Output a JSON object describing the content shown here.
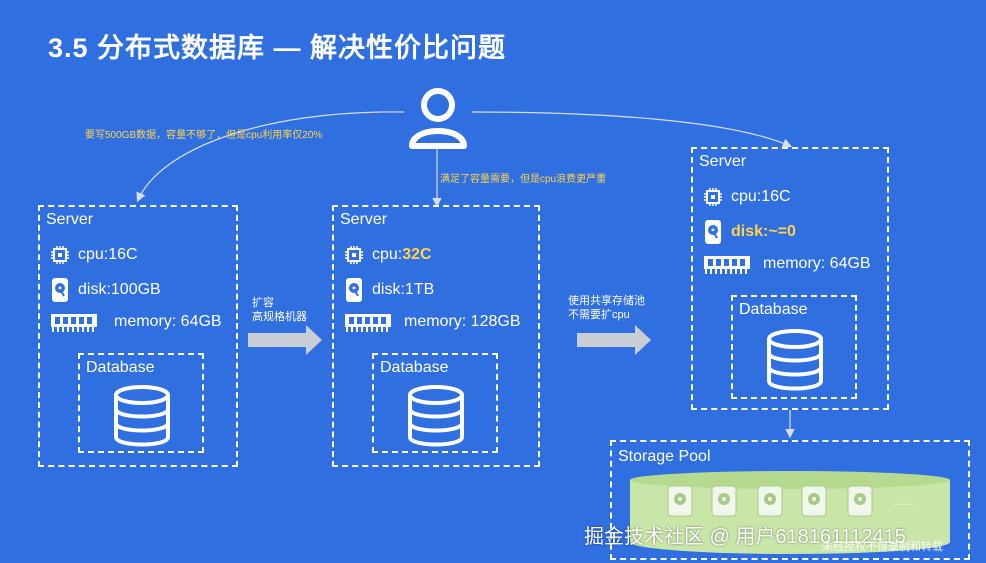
{
  "title": "3.5 分布式数据库 — 解决性价比问题",
  "notes": {
    "left": "要写500GB数据，容量不够了，但是cpu利用率仅20%",
    "middle": "满足了容量需要，但是cpu浪费更严重"
  },
  "arrows": {
    "first_line1": "扩容",
    "first_line2": "高规格机器",
    "second_line1": "使用共享存储池",
    "second_line2": "不需要扩cpu"
  },
  "servers": [
    {
      "label": "Server",
      "cpu_prefix": "cpu: ",
      "cpu_value": "16C",
      "disk_prefix": "disk: ",
      "disk_value": "100GB",
      "memory": "memory: 64GB",
      "db": "Database"
    },
    {
      "label": "Server",
      "cpu_prefix": "cpu: ",
      "cpu_value": "32C",
      "disk_prefix": "disk: ",
      "disk_value": "1TB",
      "memory": "memory: 128GB",
      "db": "Database"
    },
    {
      "label": "Server",
      "cpu_prefix": "cpu: ",
      "cpu_value": "16C",
      "disk_prefix": "disk: ",
      "disk_value": "~=0",
      "memory": "memory: 64GB",
      "db": "Database"
    }
  ],
  "storage_pool": {
    "label": "Storage Pool",
    "ellipsis": "......"
  },
  "watermark": "掘金技术社区 @ 用户618161112415",
  "watermark_small": "未经授权不得录制和转载",
  "colors": {
    "background": "#2f6fe0",
    "highlight": "#ffd34d",
    "pool": "#c9e6a8",
    "arrow": "#c8cdd6"
  }
}
